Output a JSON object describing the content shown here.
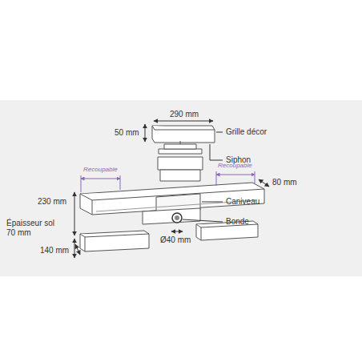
{
  "diagram": {
    "labels": [
      "290 mm",
      "50 mm",
      "Grille décor",
      "Siphon",
      "Recoupable",
      "Recoupable",
      "80 mm",
      "230 mm",
      "Caniveau",
      "Épaisseur sol 70 mm",
      "Bonde",
      "Ø40 mm",
      "140 mm"
    ]
  }
}
